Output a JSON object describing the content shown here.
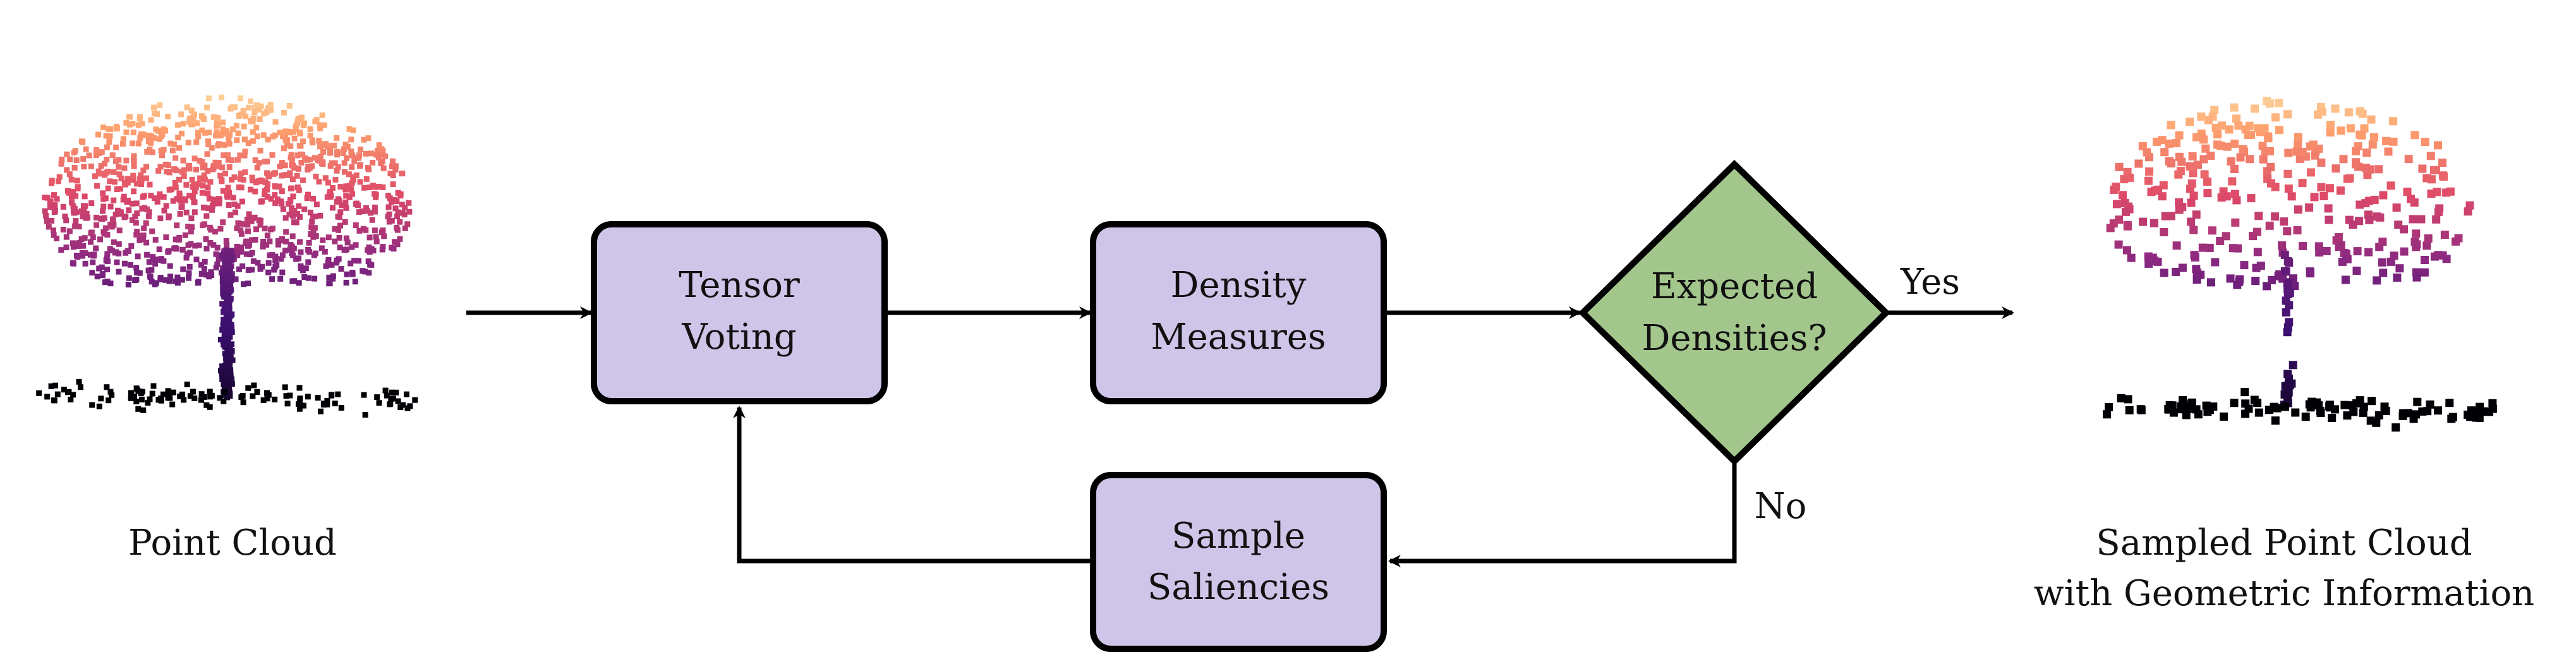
{
  "input_caption": "Point Cloud",
  "output_caption_line1": "Sampled Point Cloud",
  "output_caption_line2": "with Geometric Information",
  "nodes": {
    "tensor_voting": {
      "line1": "Tensor",
      "line2": "Voting"
    },
    "density_measures": {
      "line1": "Density",
      "line2": "Measures"
    },
    "expected_densities": {
      "line1": "Expected",
      "line2": "Densities?"
    },
    "sample_saliencies": {
      "line1": "Sample",
      "line2": "Saliencies"
    }
  },
  "edge_labels": {
    "yes": "Yes",
    "no": "No"
  },
  "colors": {
    "process_fill": "#cfc5e8",
    "decision_fill": "#a3c68c",
    "stroke": "#000000",
    "colormap": [
      "#000004",
      "#3b0f70",
      "#8c2981",
      "#de4968",
      "#fe9f6d",
      "#fcfdbf"
    ]
  }
}
